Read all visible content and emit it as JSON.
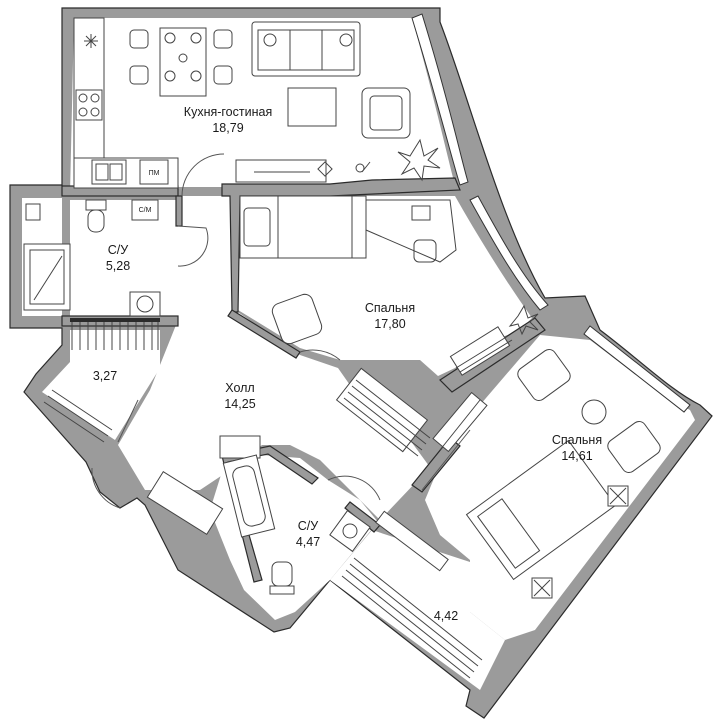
{
  "rooms": {
    "kitchen": {
      "name": "Кухня-гостиная",
      "area": "18,79"
    },
    "bath1": {
      "name": "С/У",
      "area": "5,28"
    },
    "closet1": {
      "area": "3,27"
    },
    "hall": {
      "name": "Холл",
      "area": "14,25"
    },
    "bedroom1": {
      "name": "Спальня",
      "area": "17,80"
    },
    "bedroom2": {
      "name": "Спальня",
      "area": "14,61"
    },
    "bath2": {
      "name": "С/У",
      "area": "4,47"
    },
    "closet2": {
      "area": "4,42"
    }
  },
  "appliances": {
    "dishwasher": "ПМ",
    "washer": "С/М"
  },
  "colors": {
    "wall_fill": "#9b9b9b",
    "wall_outline": "#2b2b2b",
    "floor": "#ffffff",
    "furniture_line": "#444444"
  },
  "icons": [
    "compass-rose-icon",
    "plant-icon",
    "lamp-icon"
  ]
}
